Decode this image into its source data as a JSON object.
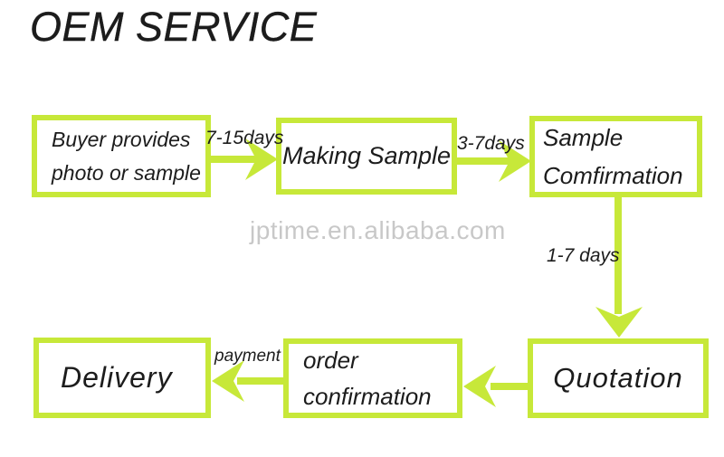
{
  "title": "OEM SERVICE",
  "watermark": "jptime.en.alibaba.com",
  "colors": {
    "accent": "#c7e839",
    "text": "#1c1c1c",
    "watermark": "#c8c8c8",
    "background": "#ffffff"
  },
  "flowchart": {
    "nodes": [
      {
        "id": "buyer-provides",
        "lines": [
          "Buyer provides",
          "photo or sample"
        ]
      },
      {
        "id": "making-sample",
        "lines": [
          "Making Sample"
        ]
      },
      {
        "id": "sample-confirmation",
        "lines": [
          "Sample",
          "Comfirmation"
        ]
      },
      {
        "id": "quotation",
        "lines": [
          "Quotation"
        ]
      },
      {
        "id": "order-confirmation",
        "lines": [
          "order",
          "confirmation"
        ]
      },
      {
        "id": "delivery",
        "lines": [
          "Delivery"
        ]
      }
    ],
    "edges": [
      {
        "from": "buyer-provides",
        "to": "making-sample",
        "label": "7-15days"
      },
      {
        "from": "making-sample",
        "to": "sample-confirmation",
        "label": "3-7days"
      },
      {
        "from": "sample-confirmation",
        "to": "quotation",
        "label": "1-7 days"
      },
      {
        "from": "quotation",
        "to": "order-confirmation",
        "label": ""
      },
      {
        "from": "order-confirmation",
        "to": "delivery",
        "label": "payment"
      }
    ]
  }
}
